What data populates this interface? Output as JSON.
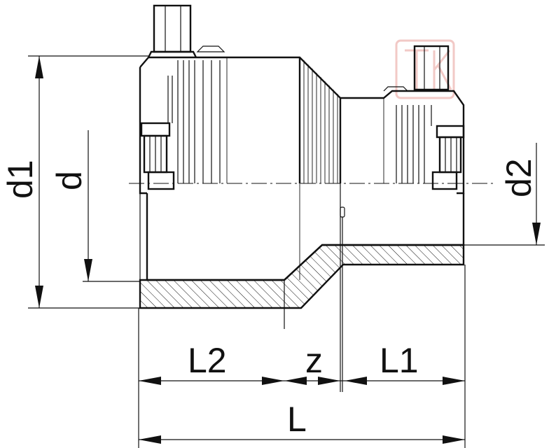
{
  "labels": {
    "d1": "d1",
    "d": "d",
    "d2": "d2",
    "L2": "L2",
    "z": "z",
    "L1": "L1",
    "L": "L"
  },
  "colors": {
    "line": "#111111",
    "background": "#ffffff",
    "watermark": "#f2c9c6"
  },
  "icons": {
    "watermark": "tk-logo-watermark"
  }
}
